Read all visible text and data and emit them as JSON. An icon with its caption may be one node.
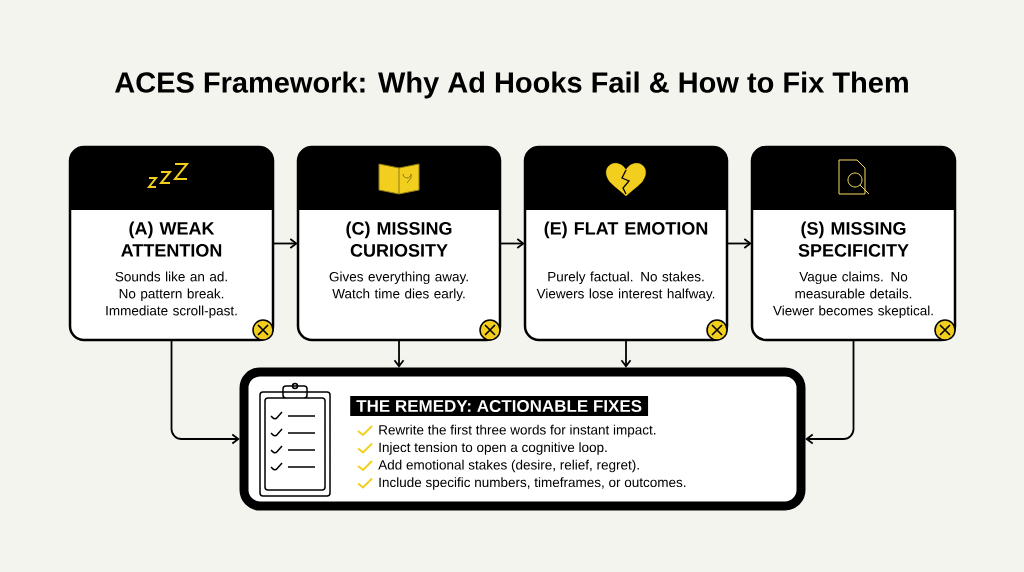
{
  "diagram": {
    "title": "ACES Framework: Why Ad Hooks Fail & How to Fix Them",
    "nodes": [
      {
        "text": [
          "(A) WEAK ATTENTION",
          "Sounds like an ad. No pattern break. Immediate scroll-past."
        ]
      },
      {
        "text": [
          "(C) MISSING CURIOSITY",
          "Gives everything away. Watch time dies early."
        ]
      },
      {
        "text": [
          "(E) FLAT EMOTION",
          "Purely factual. No stakes. Viewers lose interest halfway."
        ]
      },
      {
        "text": [
          "(S) MISSING SPECIFICITY",
          "Vague claims. No measurable details. Viewer becomes skeptical."
        ]
      },
      {
        "text": [
          "THE REMEDY: ACTIONABLE FIXES",
          "Rewrite the first three words for instant impact.",
          "Inject tension to open a cognitive loop.",
          "Add emotional stakes (desire, relief, regret).",
          "Include specific numbers, timeframes, or outcomes."
        ]
      }
    ],
    "edges": [
      {
        "from": 0,
        "to": 1,
        "arrow": "to"
      },
      {
        "from": 1,
        "to": 2,
        "arrow": "to"
      },
      {
        "from": 2,
        "to": 3,
        "arrow": "to"
      },
      {
        "from": 0,
        "to": 4,
        "arrow": "to"
      },
      {
        "from": 1,
        "to": 4,
        "arrow": "to"
      },
      {
        "from": 2,
        "to": 4,
        "arrow": "to"
      },
      {
        "from": 3,
        "to": 4,
        "arrow": "to"
      }
    ]
  }
}
